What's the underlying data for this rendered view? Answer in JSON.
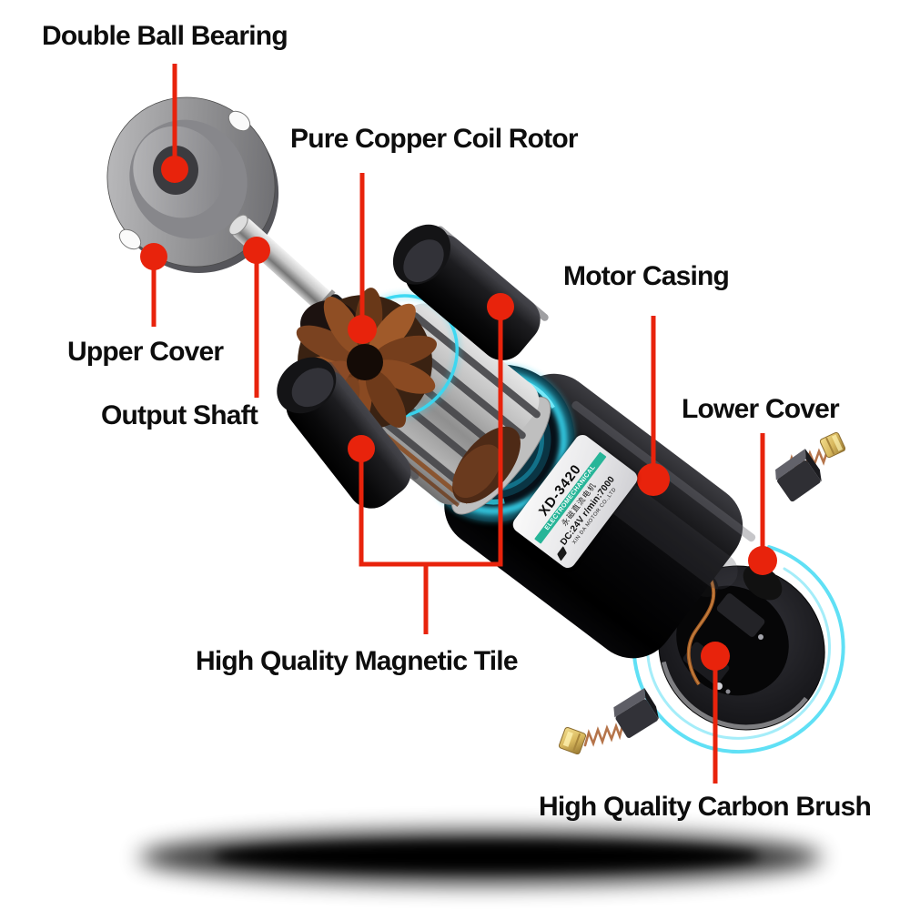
{
  "labels": {
    "double_ball_bearing": "Double Ball Bearing",
    "pure_copper_coil_rotor": "Pure Copper Coil Rotor",
    "motor_casing": "Motor Casing",
    "upper_cover": "Upper Cover",
    "output_shaft": "Output Shaft",
    "lower_cover": "Lower Cover",
    "high_quality_magnetic_tile": "High Quality Magnetic Tile",
    "high_quality_carbon_brush": "High Quality Carbon Brush"
  },
  "sticker": {
    "model": "XD-3420",
    "brand_band": "ELECTROMECHANICAL",
    "product_name_cn": "永磁直流电机",
    "spec": "DC:24V  r/min:7000",
    "company": "XIN DA MOTOR CO.,LTD"
  },
  "colors": {
    "leader_red": "#e8230c",
    "glow_cyan": "#38d8f2",
    "band_green": "#27b598",
    "copper": "#8a4a24",
    "background": "#ffffff"
  }
}
